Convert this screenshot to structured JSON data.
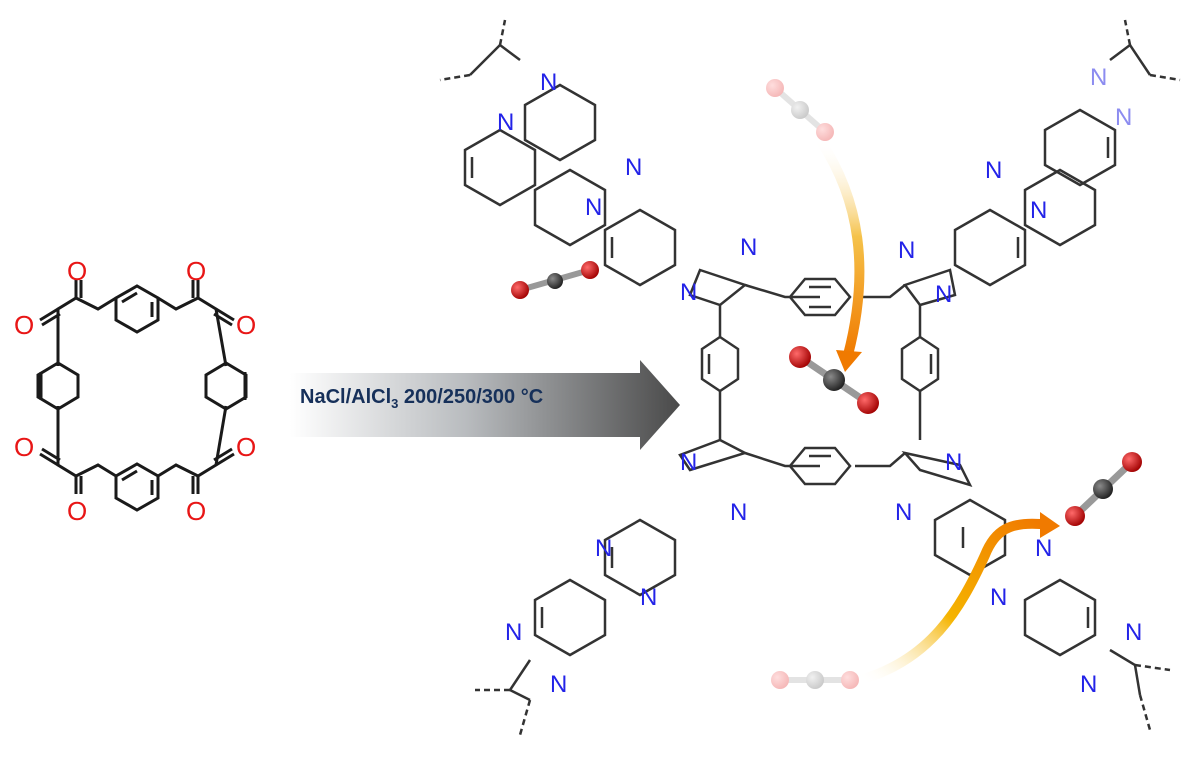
{
  "reaction": {
    "conditions_prefix": "NaCl/AlCl",
    "conditions_subscript": "3",
    "conditions_suffix": " 200/250/300 °C"
  },
  "atoms": {
    "oxygen": "O",
    "nitrogen": "N"
  },
  "colors": {
    "bond": "#1a1a1a",
    "framework_bond": "#333333",
    "oxygen": "#e81616",
    "nitrogen": "#2323e8",
    "arrow_dark": "#5a5a5a",
    "co2_carbon": "#3c3c3c",
    "co2_oxygen": "#d81818",
    "flow_arrow": "#f0a000"
  },
  "icons": [
    "reaction-arrow-icon",
    "co2-molecule-icon",
    "diffusion-arrow-icon"
  ]
}
